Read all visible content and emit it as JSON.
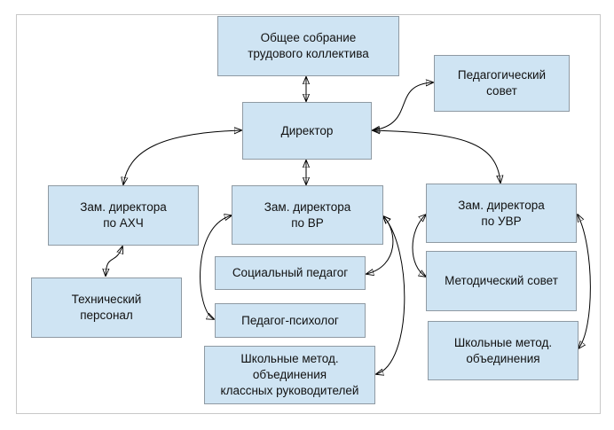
{
  "diagram": {
    "type": "org-chart",
    "nodes": {
      "general_meeting": "Общее собрание\nтрудового коллектива",
      "pedagogical_council": "Педагогический\nсовет",
      "director": "Директор",
      "deputy_ahch": "Зам. директора\nпо АХЧ",
      "deputy_vr": "Зам. директора\nпо ВР",
      "deputy_uvr": "Зам. директора\nпо УВР",
      "technical_staff": "Технический\nперсонал",
      "social_pedagogue": "Социальный педагог",
      "pedagogue_psychologist": "Педагог-психолог",
      "class_teachers_associations": "Школьные метод.\nобъединения\nклассных руководителей",
      "methodical_council": "Методический совет",
      "school_method_associations": "Школьные метод.\nобъединения"
    },
    "edges": [
      {
        "from": "general_meeting",
        "to": "director",
        "direction": "both"
      },
      {
        "from": "director",
        "to": "pedagogical_council",
        "direction": "both"
      },
      {
        "from": "director",
        "to": "deputy_ahch",
        "direction": "both"
      },
      {
        "from": "director",
        "to": "deputy_vr",
        "direction": "both"
      },
      {
        "from": "director",
        "to": "deputy_uvr",
        "direction": "both"
      },
      {
        "from": "deputy_ahch",
        "to": "technical_staff",
        "direction": "both"
      },
      {
        "from": "deputy_vr",
        "to": "social_pedagogue",
        "direction": "both"
      },
      {
        "from": "deputy_vr",
        "to": "pedagogue_psychologist",
        "direction": "both"
      },
      {
        "from": "deputy_vr",
        "to": "class_teachers_associations",
        "direction": "both"
      },
      {
        "from": "deputy_uvr",
        "to": "methodical_council",
        "direction": "both"
      },
      {
        "from": "deputy_uvr",
        "to": "school_method_associations",
        "direction": "both"
      }
    ]
  }
}
